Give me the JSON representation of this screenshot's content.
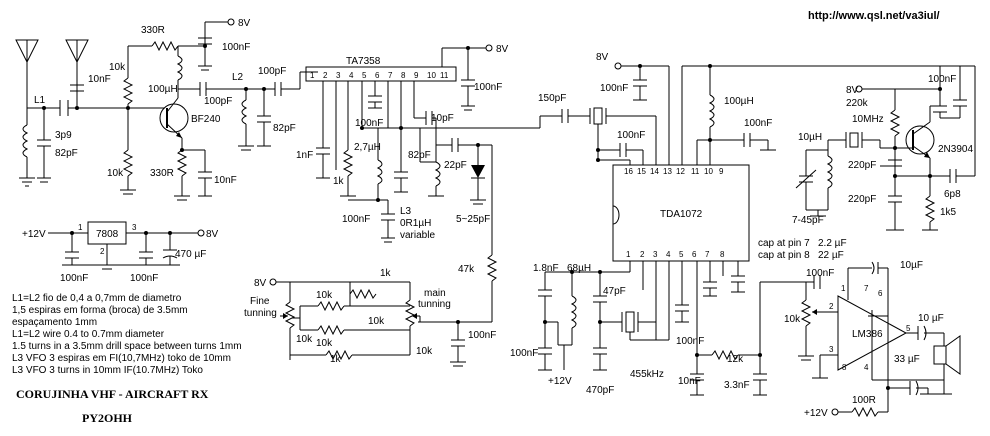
{
  "url": "http://www.qsl.net/va3iul/",
  "title": "CORUJINHA VHF - AIRCRAFT RX",
  "author": "PY2OHH",
  "notes": [
    "L1=L2 fio de 0,4 a 0,7mm de diametro",
    "1,5 espiras em forma (broca) de 3.5mm",
    "espaçamento 1mm",
    "L1=L2 wire 0.4 to 0.7mm diameter",
    "1.5 turns in a 3.5mm drill space between turns 1mm",
    "L3 VFO 3 espiras em FI(10,7MHz) toko de 10mm",
    "L3 VFO 3 turns in 10mm IF(10.7MHz) Toko"
  ],
  "ic": {
    "ta7358": "TA7358",
    "tda1072": "TDA1072",
    "lm386": "LM386",
    "reg7808": "7808"
  },
  "transistors": {
    "bf240": "BF240",
    "n3904": "2N3904"
  },
  "rails": {
    "v8": "8V",
    "v12": "+12V"
  },
  "inductors": {
    "l1": "L1",
    "l2": "L2",
    "l3": "L3",
    "l3_val": "0R1µH",
    "l3_var": "variable",
    "uh100a": "100µH",
    "uh100b": "100µH",
    "uh27": "2,7µH",
    "uh68": "68µH",
    "uh10": "10µH"
  },
  "resistors": {
    "r330a": "330R",
    "r330b": "330R",
    "r10ka": "10k",
    "r10kb": "10k",
    "r1ka": "1k",
    "r1kb": "1k",
    "r1kc": "1k",
    "r10kc": "10k",
    "r10kd": "10k",
    "r10ke": "10k",
    "r10kf": "10k",
    "r10kg": "10k",
    "r47k": "47k",
    "r12k": "12k",
    "r220k": "220k",
    "r1k5": "1k5",
    "r100r": "100R",
    "r10kvol": "10k"
  },
  "capacitors": {
    "c100nf_a": "100nF",
    "c10nf_a": "10nF",
    "c3p9": "3p9",
    "c82pf_a": "82pF",
    "c100pf_a": "100pF",
    "c100pf_b": "100pF",
    "c82pf_b": "82pF",
    "c10nf_b": "10nF",
    "c100nf_b": "100nF",
    "c1nf": "1nF",
    "c100nf_c": "100nF",
    "c10pf": "10pF",
    "c82pf_c": "82pF",
    "c22pf": "22pF",
    "c100nf_d": "100nF",
    "c5_25": "5~25pF",
    "c150pf": "150pF",
    "c100nf_e": "100nF",
    "c100nf_f": "100nF",
    "c100nf_g": "100nF",
    "c220pf_a": "220pF",
    "c220pf_b": "220pF",
    "c6p8": "6p8",
    "c7_45": "7-45pF",
    "c1n8": "1.8nF",
    "c47pf": "47pF",
    "c470pf": "470pF",
    "c100nf_h": "100nF",
    "c100nf_i": "100nF",
    "c10nf_c": "10nF",
    "c3n3": "3.3nF",
    "c100nf_j": "100nF",
    "c10uf_a": "10µF",
    "c10uf_b": "10 µF",
    "c33uf": "33 µF",
    "c470uf": "470 µF",
    "c100nf_k": "100nF",
    "c100nf_l": "100nF",
    "c100nf_m": "100nF",
    "c100nf_n": "100nF",
    "c100nf_o": "100nF"
  },
  "crystals": {
    "x10mhz": "10MHz",
    "x455": "455kHz"
  },
  "labels": {
    "fine": "Fine",
    "tunning_a": "tunning",
    "main": "main",
    "tunning_b": "tunning",
    "cap_pin7": "cap at pin 7",
    "cap_pin7_val": "2.2 µF",
    "cap_pin8": "cap at pin 8",
    "cap_pin8_val": "22 µF"
  },
  "pins": {
    "ta": [
      "1",
      "2",
      "3",
      "4",
      "5",
      "6",
      "7",
      "8",
      "9",
      "10",
      "11"
    ],
    "tda_top": [
      "16",
      "15",
      "14",
      "13",
      "12",
      "11",
      "10",
      "9"
    ],
    "tda_bot": [
      "1",
      "2",
      "3",
      "4",
      "5",
      "6",
      "7",
      "8"
    ],
    "lm": [
      "1",
      "2",
      "3",
      "4",
      "5",
      "6",
      "7",
      "8"
    ],
    "reg": [
      "1",
      "2",
      "3"
    ]
  }
}
